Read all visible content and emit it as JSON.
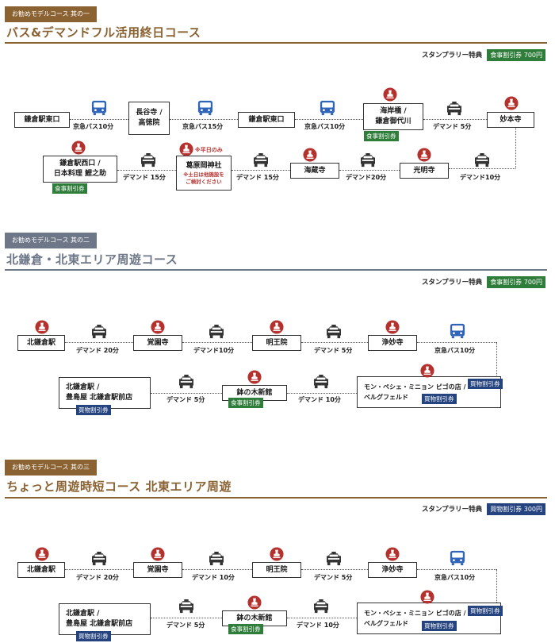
{
  "colors": {
    "course1": "#8b6232",
    "course2": "#6e7788",
    "course3": "#8b6232",
    "food_tag": "#2f7d3a",
    "shop_tag": "#24437f",
    "stamp": "#b5312e",
    "bus": "#2f64b9",
    "taxi": "#333333"
  },
  "perk_label": "スタンプラリー特典",
  "course1": {
    "badge": "お勧めモデルコース 其の一",
    "title": "バス&デマンドフル活用終日コース",
    "perk_tag": "食事割引券 700円",
    "stops": [
      "鎌倉駅東口",
      "長谷寺 /",
      "高徳院",
      "鎌倉駅東口",
      "海岸橋 /",
      "鎌倉御代川",
      "妙本寺",
      "光明寺",
      "海蔵寺",
      "葛原岡神社",
      "鎌倉駅西口 /",
      "日本料理 鯉之助"
    ],
    "legs": [
      "京急バス10分",
      "京急バス15分",
      "京急バス10分",
      "デマンド 5分",
      "デマンド10分",
      "デマンド20分",
      "デマンド 15分",
      "デマンド 15分"
    ],
    "weekday_only": "※平日のみ",
    "note_line1": "※土日は他施設を",
    "note_line2": "ご検討ください",
    "food_tag": "食事割引券"
  },
  "course2": {
    "badge": "お勧めモデルコース 其の二",
    "title": "北鎌倉・北東エリア周遊コース",
    "perk_tag": "食事割引券 700円",
    "stops": [
      "北鎌倉駅",
      "覚園寺",
      "明王院",
      "浄妙寺",
      "モン・ペシェ・ミニョン ピゴの店 /",
      "ベルグフェルド",
      "鉢の木新館",
      "北鎌倉駅 /",
      "豊島屋 北鎌倉駅前店"
    ],
    "legs": [
      "デマンド 20分",
      "デマンド10分",
      "デマンド 5分",
      "京急バス10分",
      "デマンド 10分",
      "デマンド 5分"
    ],
    "shop_tag": "買物割引券",
    "food_tag": "食事割引券"
  },
  "course3": {
    "badge": "お勧めモデルコース 其の三",
    "title": "ちょっと周遊時短コース 北東エリア周遊",
    "perk_tag": "買物割引券 300円",
    "stops": [
      "北鎌倉駅",
      "覚園寺",
      "明王院",
      "浄妙寺",
      "モン・ペシェ・ミニョン ピゴの店 /",
      "ベルグフェルド",
      "鉢の木新館",
      "北鎌倉駅 /",
      "豊島屋 北鎌倉駅前店"
    ],
    "legs": [
      "デマンド 20分",
      "デマンド 10分",
      "デマンド 5分",
      "京急バス10分",
      "デマンド 10分",
      "デマンド 5分"
    ],
    "shop_tag": "買物割引券",
    "food_tag": "食事割引券"
  }
}
